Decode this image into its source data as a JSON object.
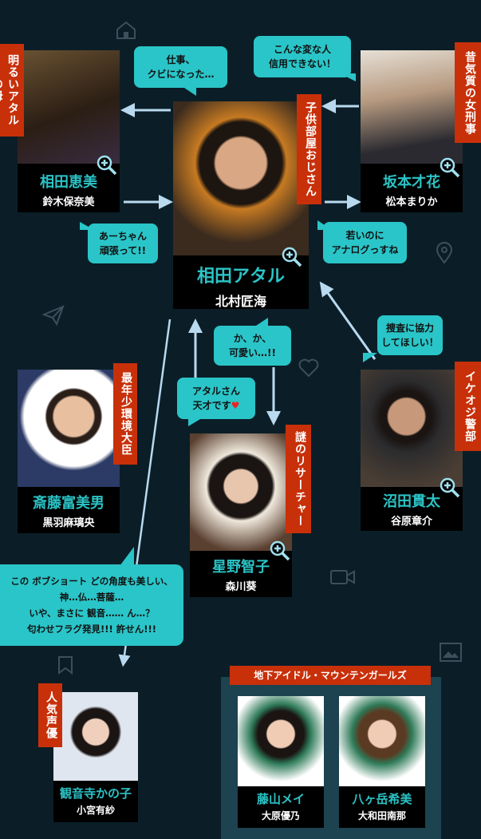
{
  "colors": {
    "background": "#0b1e27",
    "bubble": "#2ac5c8",
    "tag": "#c8300a",
    "name": "#2bc3c6",
    "group_box": "#1d4250",
    "arrow": "#b9d9ef"
  },
  "characters": {
    "emi": {
      "role": "相田恵美",
      "actor": "鈴木保奈美",
      "tag": "明るいアタルの母"
    },
    "ataru": {
      "role": "相田アタル",
      "actor": "北村匠海",
      "tag": "子供部屋おじさん"
    },
    "sakamoto": {
      "role": "坂本才花",
      "actor": "松本まりか",
      "tag": "昔気質の女刑事"
    },
    "saito": {
      "role": "斎藤富美男",
      "actor": "黒羽麻璃央",
      "tag": "最年少環境大臣"
    },
    "hoshino": {
      "role": "星野智子",
      "actor": "森川葵",
      "tag": "謎のリサーチャー"
    },
    "numata": {
      "role": "沼田貫太",
      "actor": "谷原章介",
      "tag": "イケオジ警部"
    },
    "kanon": {
      "role": "観音寺かの子",
      "actor": "小宮有紗",
      "tag": "人気声優"
    }
  },
  "group": {
    "title": "地下アイドル・マウンテンガールズ",
    "members": [
      {
        "role": "藤山メイ",
        "actor": "大原優乃"
      },
      {
        "role": "八ヶ岳希美",
        "actor": "大和田南那"
      }
    ]
  },
  "bubbles": {
    "fired": "仕事、\nクビになった…",
    "distrust": "こんな変な人\n信用できない！",
    "cheer": "あーちゃん\n頑張って!!",
    "analog": "若いのに\nアナログっすね",
    "cute": "か、か、\n可愛い…!!",
    "genius": "アタルさん\n天才です",
    "cooperate": "捜査に協力\nしてほしい！",
    "bob": "この ボブショート どの角度も美しい、\n神…仏…菩薩…\nいや、まさに 観音……  ん…？\n匂わせフラグ発見!!! 許せん!!!"
  },
  "icons": [
    "home-icon",
    "map-pin-icon",
    "paper-plane-icon",
    "heart-icon",
    "video-icon",
    "bookmark-icon",
    "image-icon",
    "zoom-in-icon"
  ]
}
